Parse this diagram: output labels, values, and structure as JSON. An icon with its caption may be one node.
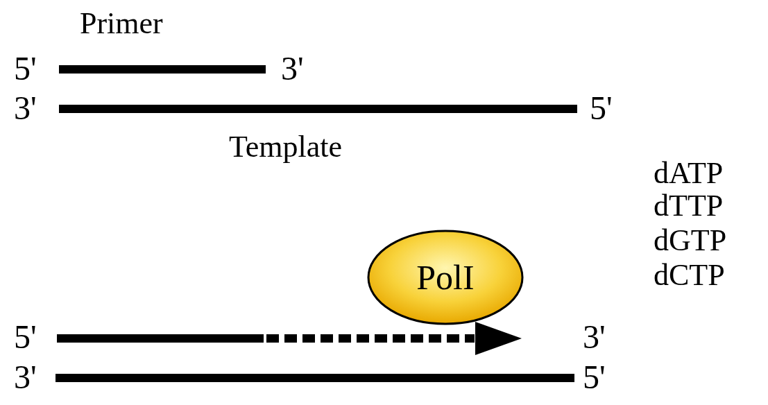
{
  "diagram": {
    "nodes": [
      {
        "text": [
          "PolI"
        ]
      }
    ],
    "labels": [
      "Primer",
      "5'",
      "3'",
      "3'",
      "5'",
      "Template",
      "dATP",
      "dTTP",
      "dGTP",
      "dCTP",
      "5'",
      "3'",
      "3'",
      "5'"
    ]
  }
}
